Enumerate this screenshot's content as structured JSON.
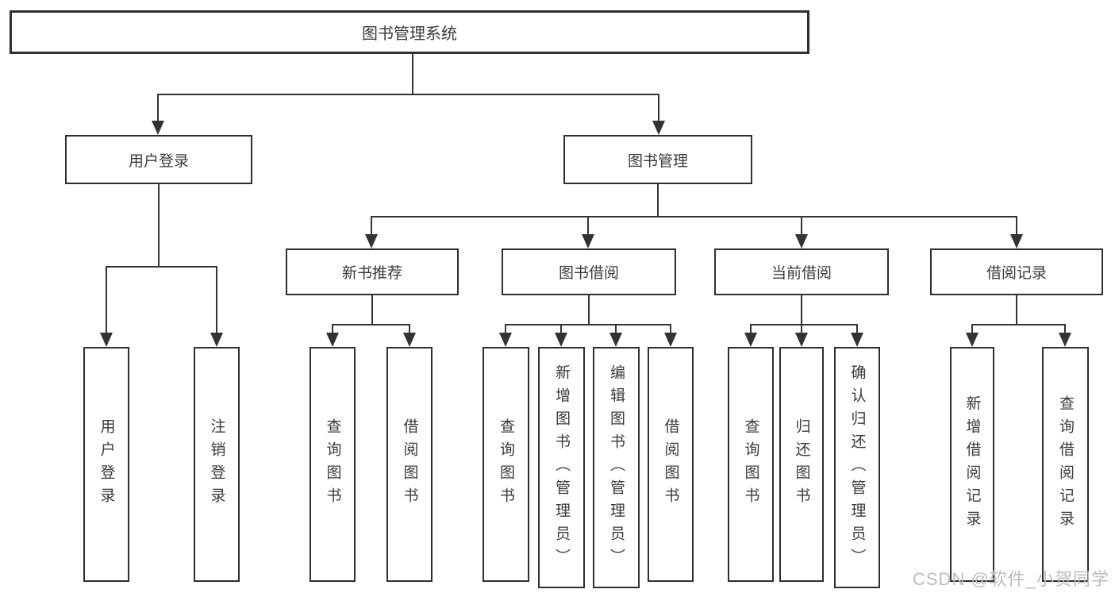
{
  "tree": {
    "root": "图书管理系统",
    "children": [
      {
        "label": "用户登录",
        "children": [
          {
            "label": "用户登录"
          },
          {
            "label": "注销登录"
          }
        ]
      },
      {
        "label": "图书管理",
        "children": [
          {
            "label": "新书推荐",
            "children": [
              {
                "label": "查询图书"
              },
              {
                "label": "借阅图书"
              }
            ]
          },
          {
            "label": "图书借阅",
            "children": [
              {
                "label": "查询图书"
              },
              {
                "label": "新增图书（管理员）"
              },
              {
                "label": "编辑图书（管理员）"
              },
              {
                "label": "借阅图书"
              }
            ]
          },
          {
            "label": "当前借阅",
            "children": [
              {
                "label": "查询图书"
              },
              {
                "label": "归还图书"
              },
              {
                "label": "确认归还（管理员）"
              }
            ]
          },
          {
            "label": "借阅记录",
            "children": [
              {
                "label": "新增借阅记录"
              },
              {
                "label": "查询借阅记录"
              }
            ]
          }
        ]
      }
    ]
  },
  "watermark": {
    "text": "CSDN @软件_小贺同学"
  },
  "colors": {
    "line": "#333333",
    "box_border": "#2f2f2f",
    "text": "#3a3a3a",
    "watermark": "#bcbcbc",
    "background": "#ffffff"
  }
}
